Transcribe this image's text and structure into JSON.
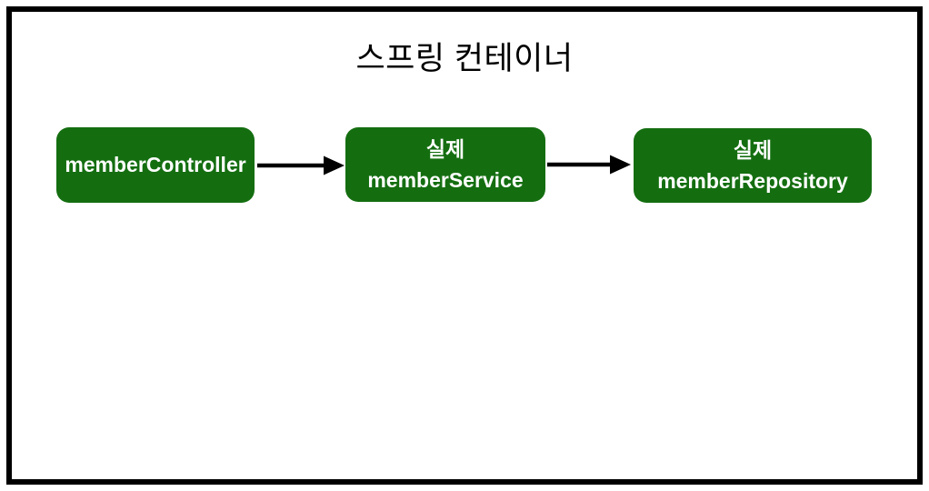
{
  "diagram": {
    "title": "스프링 컨테이너",
    "nodes": {
      "controller": {
        "label": "memberController"
      },
      "service": {
        "line1": "실제",
        "line2": "memberService"
      },
      "repository": {
        "line1": "실제",
        "line2": "memberRepository"
      }
    },
    "arrows": [
      {
        "from": "memberController",
        "to": "memberService"
      },
      {
        "from": "memberService",
        "to": "memberRepository"
      }
    ],
    "colors": {
      "node_bg": "#146e10",
      "node_text": "#ffffff",
      "arrow": "#000000",
      "frame": "#000000",
      "background": "#ffffff",
      "title_color": "#000000"
    }
  }
}
